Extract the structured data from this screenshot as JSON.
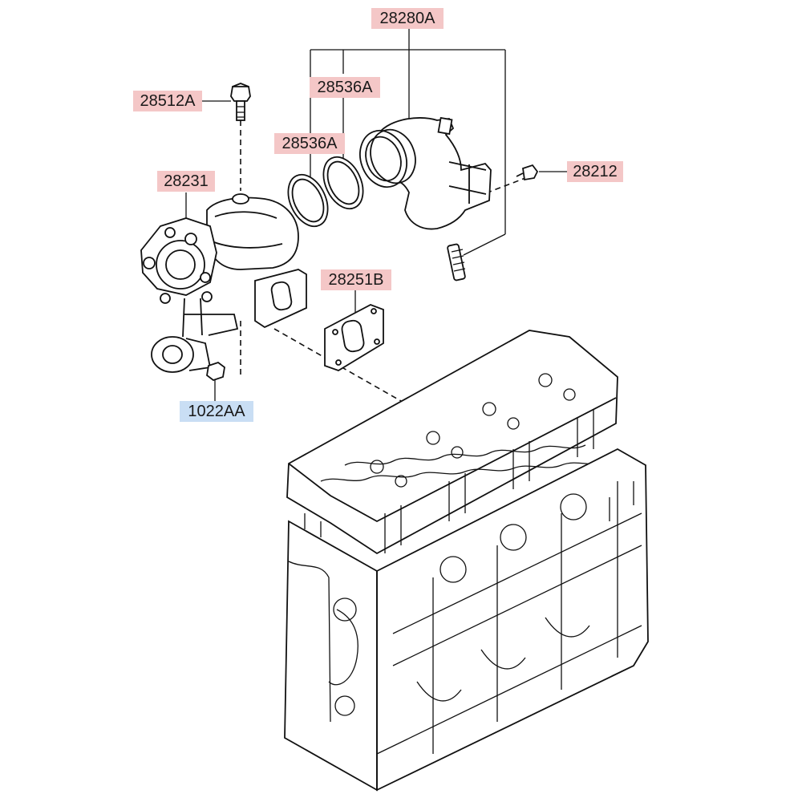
{
  "colors": {
    "label_highlight_red": "#f4c7c7",
    "label_highlight_blue": "#c9def4",
    "line": "#111111",
    "background": "#ffffff"
  },
  "labels": {
    "outlet_elbow": "28280A",
    "bolt": "28512A",
    "gasket_ring_upper": "28536A",
    "gasket_ring_lower": "28536A",
    "turbocharger": "28231",
    "screw": "28212",
    "flange_gasket": "28251B",
    "nut": "1022AA"
  }
}
